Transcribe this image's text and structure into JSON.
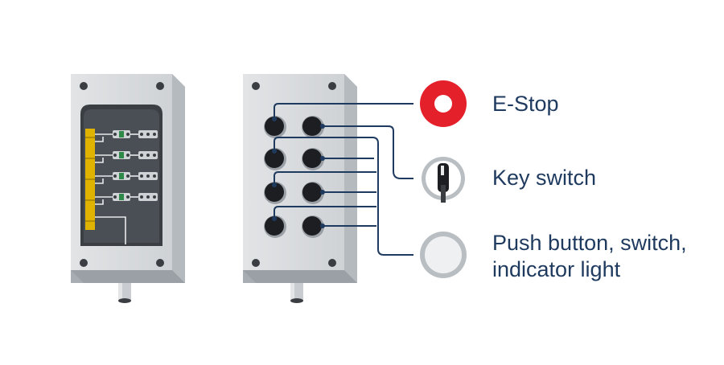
{
  "labels": {
    "estop": "E-Stop",
    "key_switch": "Key switch",
    "push_line1": "Push button, switch,",
    "push_line2": "indicator light"
  },
  "colors": {
    "enclosure_light": "#d6d9dc",
    "enclosure_mid": "#c3c7cb",
    "enclosure_dark": "#a7adb3",
    "interior": "#3b3f44",
    "terminal_strip": "#e0b300",
    "wire": "#1f3a5f",
    "estop_red": "#e4202a",
    "text": "#1f3a5f"
  },
  "icons": [
    "e-stop-icon",
    "key-switch-icon",
    "push-button-icon"
  ]
}
